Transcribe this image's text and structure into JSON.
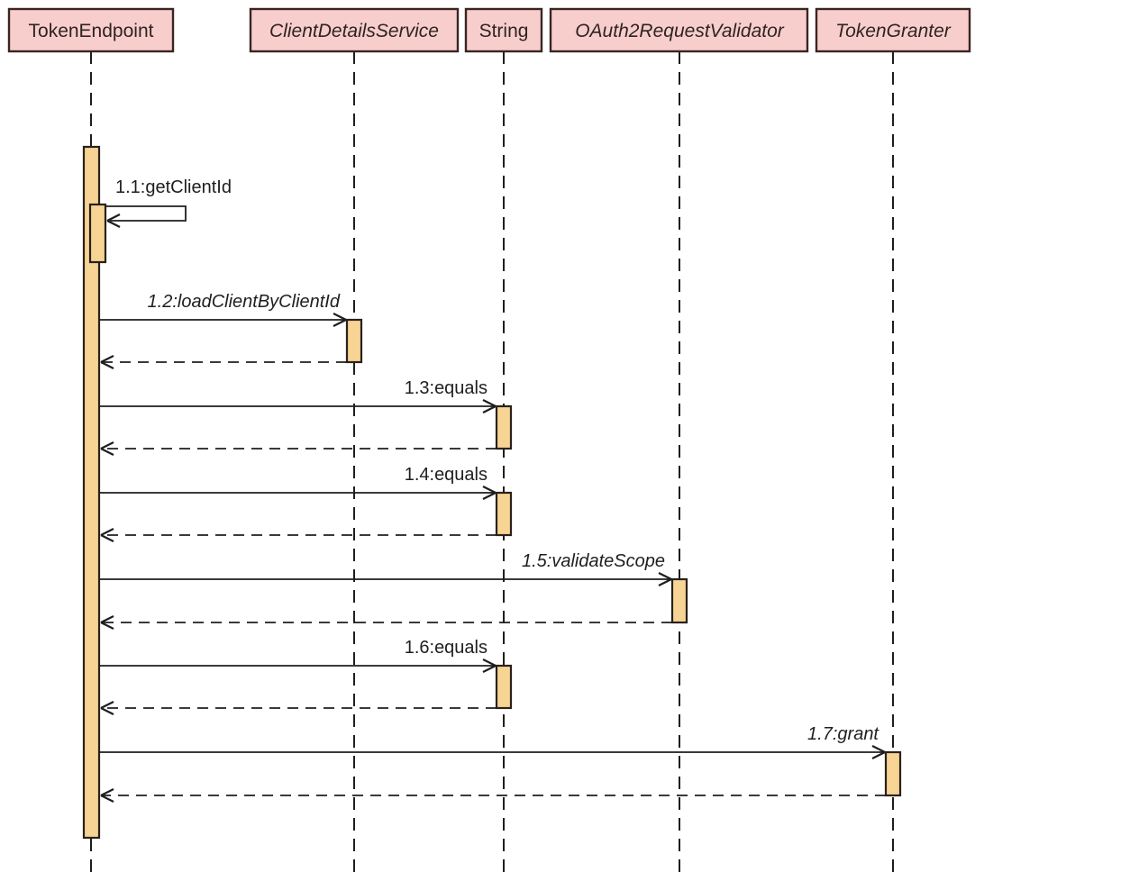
{
  "diagram": {
    "type": "uml-sequence",
    "participants": [
      {
        "name": "TokenEndpoint",
        "stereotype": "class"
      },
      {
        "name": "ClientDetailsService",
        "stereotype": "interface"
      },
      {
        "name": "String",
        "stereotype": "class"
      },
      {
        "name": "OAuth2RequestValidator",
        "stereotype": "interface"
      },
      {
        "name": "TokenGranter",
        "stereotype": "interface"
      }
    ],
    "messages": [
      {
        "label": "1.1:getClientId",
        "from": "TokenEndpoint",
        "to": "TokenEndpoint",
        "kind": "self-call"
      },
      {
        "label": "1.2:loadClientByClientId",
        "from": "TokenEndpoint",
        "to": "ClientDetailsService",
        "kind": "call-return"
      },
      {
        "label": "1.3:equals",
        "from": "TokenEndpoint",
        "to": "String",
        "kind": "call-return"
      },
      {
        "label": "1.4:equals",
        "from": "TokenEndpoint",
        "to": "String",
        "kind": "call-return"
      },
      {
        "label": "1.5:validateScope",
        "from": "TokenEndpoint",
        "to": "OAuth2RequestValidator",
        "kind": "call-return"
      },
      {
        "label": "1.6:equals",
        "from": "TokenEndpoint",
        "to": "String",
        "kind": "call-return"
      },
      {
        "label": "1.7:grant",
        "from": "TokenEndpoint",
        "to": "TokenGranter",
        "kind": "call-return"
      }
    ],
    "colors": {
      "participant_fill": "#f8cecc",
      "participant_border": "#3a2523",
      "activation_fill": "#f7d494",
      "activation_border": "#29211a",
      "line": "#1e1e1e",
      "background": "#ffffff"
    }
  }
}
